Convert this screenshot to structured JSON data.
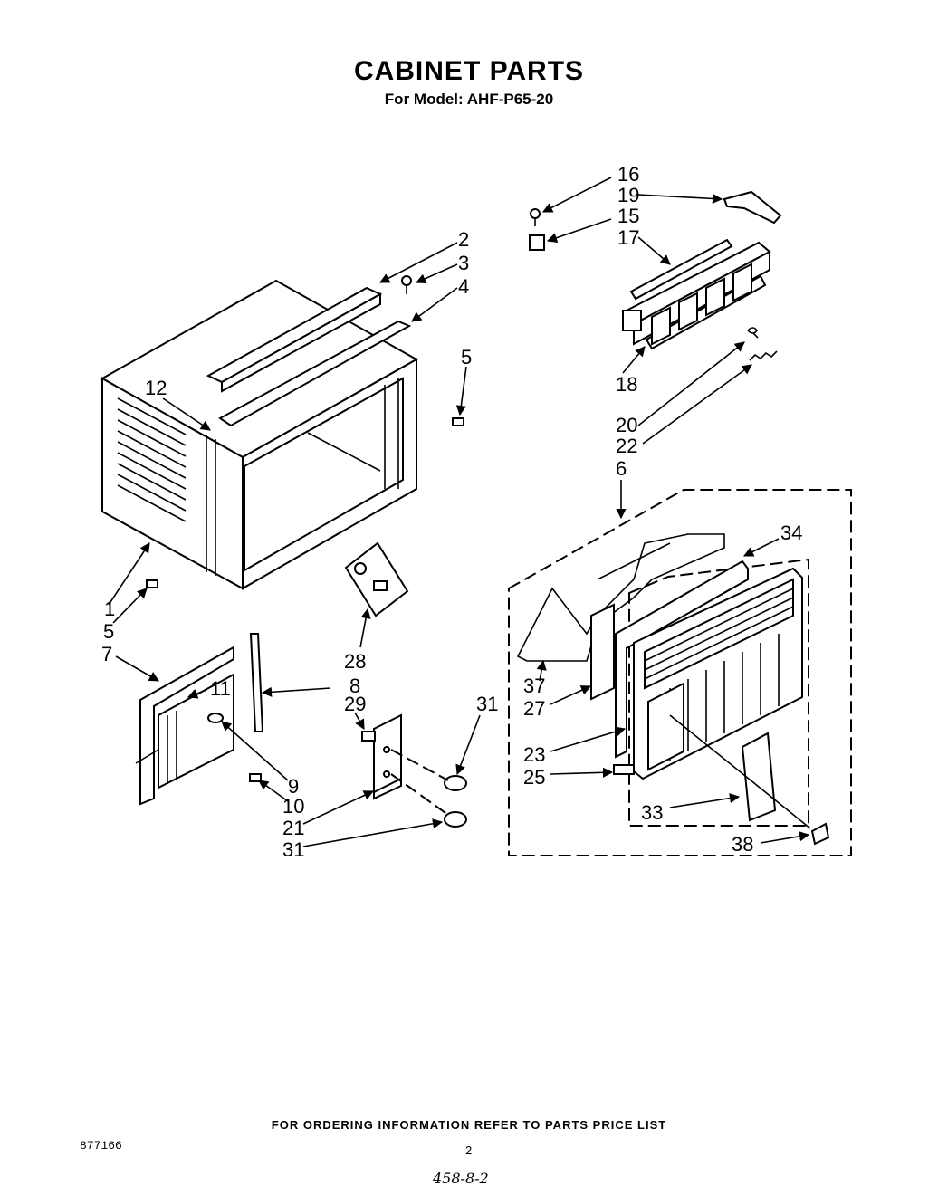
{
  "header": {
    "title": "CABINET PARTS",
    "subtitle": "For Model: AHF-P65-20"
  },
  "callouts": {
    "c1": "1",
    "c2": "2",
    "c3": "3",
    "c4": "4",
    "c5a": "5",
    "c5b": "5",
    "c6": "6",
    "c7": "7",
    "c8": "8",
    "c9": "9",
    "c10": "10",
    "c11": "11",
    "c12": "12",
    "c15": "15",
    "c16": "16",
    "c17": "17",
    "c18": "18",
    "c19": "19",
    "c20": "20",
    "c21": "21",
    "c22": "22",
    "c23": "23",
    "c25": "25",
    "c27": "27",
    "c28": "28",
    "c29": "29",
    "c31a": "31",
    "c31b": "31",
    "c33": "33",
    "c34": "34",
    "c37": "37",
    "c38": "38"
  },
  "footer": {
    "ordering_note": "FOR ORDERING INFORMATION REFER TO PARTS PRICE LIST",
    "doc_number": "877166",
    "page_number": "2",
    "handwritten_note": "458-8-2"
  }
}
